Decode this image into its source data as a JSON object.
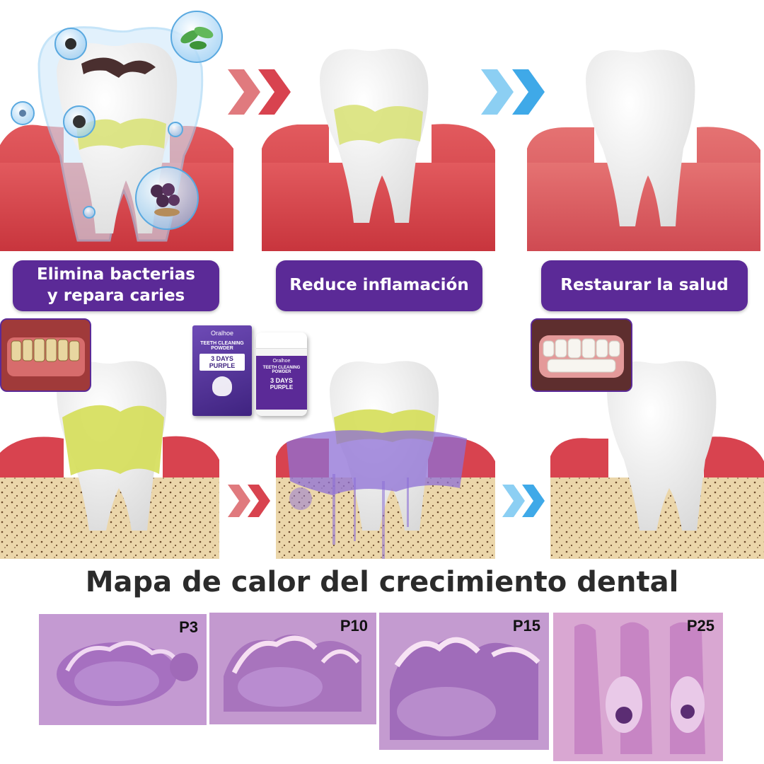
{
  "steps": [
    {
      "label_line1": "Elimina bacterias",
      "label_line2": "y repara caries"
    },
    {
      "label_line1": "Reduce inflamación",
      "label_line2": ""
    },
    {
      "label_line1": "Restaurar la salud",
      "label_line2": ""
    }
  ],
  "product": {
    "brand": "Oralhoe",
    "box_line1": "TEETH CLEANING",
    "box_line2": "POWDER",
    "box_days": "3 DAYS",
    "box_variant": "PURPLE",
    "jar_line1": "TEETH CLEANING",
    "jar_line2": "POWDER",
    "jar_days": "3 DAYS",
    "jar_variant": "PURPLE"
  },
  "heading": "Mapa de calor del crecimiento dental",
  "histology_panels": [
    {
      "tag": "P3"
    },
    {
      "tag": "P10"
    },
    {
      "tag": "P15"
    },
    {
      "tag": "P25"
    }
  ],
  "colors": {
    "accent_purple": "#5b2a97",
    "arrow_red": "#d8434f",
    "arrow_blue": "#3fa9e8",
    "gum_red": "#d84a50",
    "plaque_yellow": "#d9e27a",
    "bone_tan": "#e9d3a6",
    "stain_purple": "#8d6fd6"
  },
  "icons": [
    "arrow-right-red-icon",
    "arrow-right-blue-icon",
    "tooth-icon",
    "bacteria-icon",
    "mint-leaf-icon",
    "grape-icon"
  ]
}
